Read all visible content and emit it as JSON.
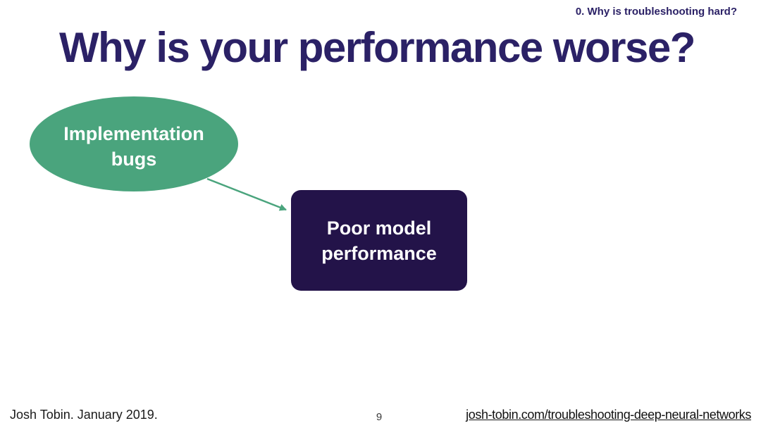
{
  "slide": {
    "section_header": "0. Why is troubleshooting hard?",
    "title": "Why is your performance worse?",
    "diagram": {
      "bug_node_label": "Implementation\nbugs",
      "performance_node_label": "Poor model\nperformance"
    },
    "footer": {
      "author": "Josh Tobin. January 2019.",
      "page_number": "9",
      "link": "josh-tobin.com/troubleshooting-deep-neural-networks"
    },
    "colors": {
      "navy_text": "#2b2166",
      "node_navy": "#231349",
      "node_green": "#4aa47d",
      "node_label_white": "#ffffff"
    }
  }
}
